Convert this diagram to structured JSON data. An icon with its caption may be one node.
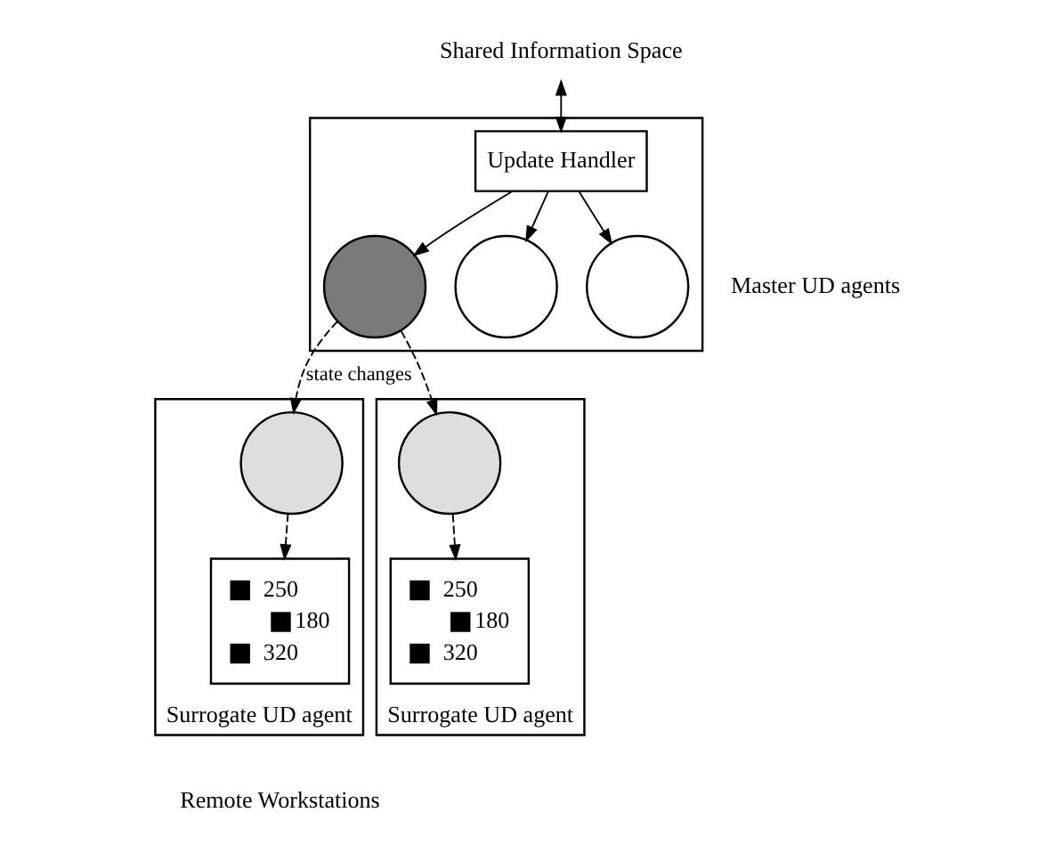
{
  "diagram": {
    "nodes": [
      {
        "text": [
          "Shared Information Space"
        ]
      },
      {
        "text": [],
        "shape": "box",
        "beside": [
          "Master UD agents"
        ]
      },
      {
        "text": [
          "Update Handler"
        ],
        "in": 1
      },
      {
        "text": [],
        "shape": "circle",
        "in": 1
      },
      {
        "text": [],
        "shape": "circle",
        "in": 1
      },
      {
        "text": [],
        "shape": "circle",
        "in": 1
      },
      {
        "text": [
          "Surrogate UD agent"
        ]
      },
      {
        "text": [],
        "shape": "circle",
        "in": 6
      },
      {
        "text": [
          "250",
          "180",
          "320"
        ],
        "in": 6
      },
      {
        "text": [
          "Surrogate UD agent"
        ]
      },
      {
        "text": [],
        "shape": "circle",
        "in": 9
      },
      {
        "text": [
          "250",
          "180",
          "320"
        ],
        "in": 9
      }
    ],
    "edges": [
      {
        "from": 0,
        "to": 2,
        "arrow": "both"
      },
      {
        "from": 2,
        "to": 3,
        "arrow": "to"
      },
      {
        "from": 2,
        "to": 4,
        "arrow": "to"
      },
      {
        "from": 2,
        "to": 5,
        "arrow": "to"
      },
      {
        "from": 3,
        "to": 7,
        "arrow": "to",
        "style": "dashed",
        "label": "state changes"
      },
      {
        "from": 3,
        "to": 10,
        "arrow": "to",
        "style": "dashed"
      },
      {
        "from": 7,
        "to": 8,
        "arrow": "to",
        "style": "dashed"
      },
      {
        "from": 10,
        "to": 11,
        "arrow": "to",
        "style": "dashed"
      }
    ],
    "labels": [
      "Remote Workstations"
    ]
  }
}
